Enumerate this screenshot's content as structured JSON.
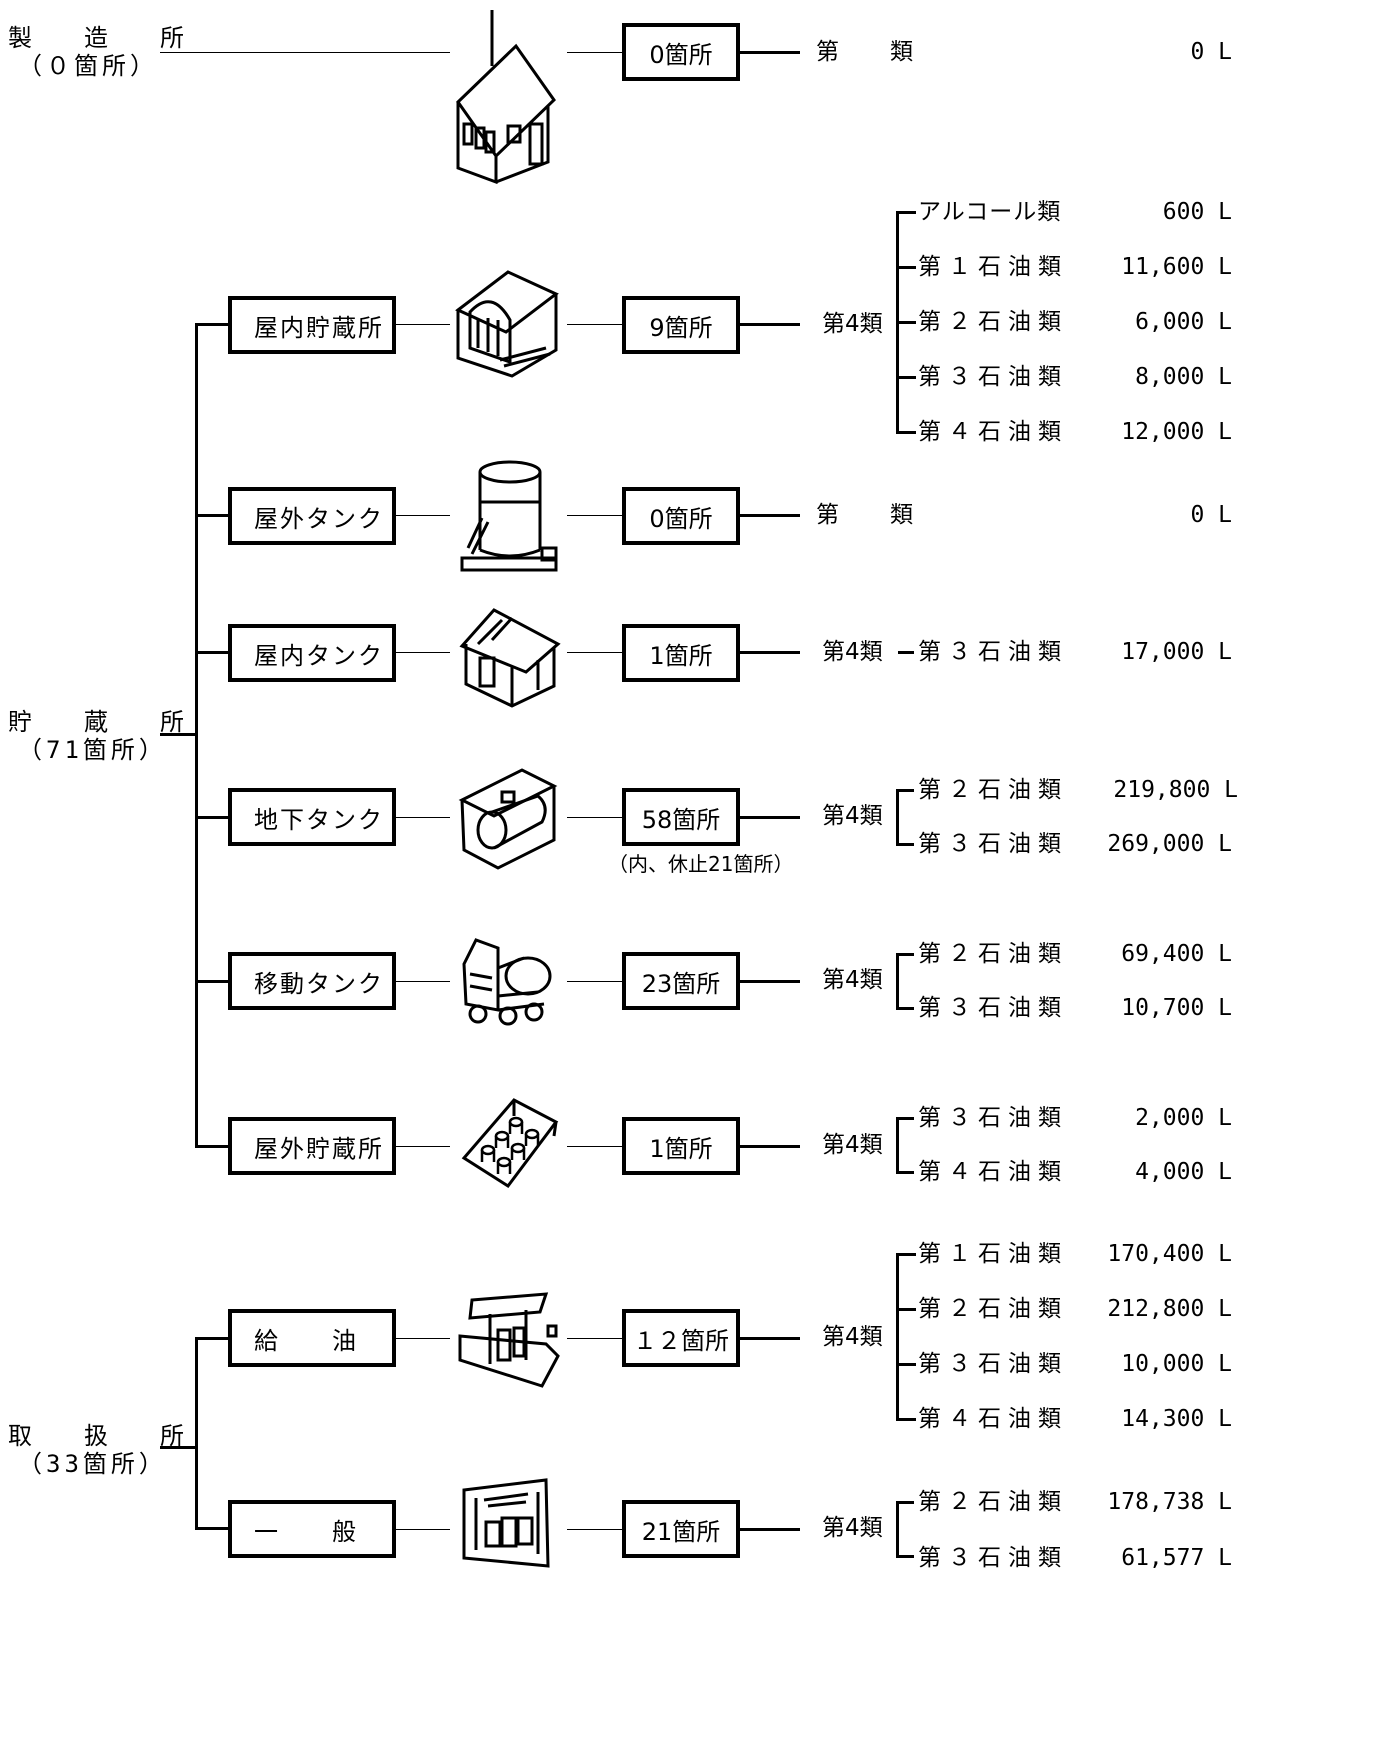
{
  "groups": [
    {
      "name": "製　造　所",
      "count": "（０箇所）"
    },
    {
      "name": "貯　蔵　所",
      "count": "（71箇所）"
    },
    {
      "name": "取　扱　所",
      "count": "（33箇所）"
    }
  ],
  "facilities": [
    {
      "label": "",
      "icon": "house-icon",
      "count": "0箇所",
      "category": "第　類",
      "items": [
        {
          "oil": "",
          "volume": "0 L"
        }
      ]
    },
    {
      "label": "屋内貯蔵所",
      "icon": "warehouse-icon",
      "count": "9箇所",
      "category": "第4類",
      "items": [
        {
          "oil": "アルコール類",
          "volume": "600 L"
        },
        {
          "oil": "第１石油類",
          "volume": "11,600 L"
        },
        {
          "oil": "第２石油類",
          "volume": "6,000 L"
        },
        {
          "oil": "第３石油類",
          "volume": "8,000 L"
        },
        {
          "oil": "第４石油類",
          "volume": "12,000 L"
        }
      ]
    },
    {
      "label": "屋外タンク",
      "icon": "outdoor-tank-icon",
      "count": "0箇所",
      "category": "第　類",
      "items": [
        {
          "oil": "",
          "volume": "0 L"
        }
      ]
    },
    {
      "label": "屋内タンク",
      "icon": "indoor-tank-icon",
      "count": "1箇所",
      "category": "第4類",
      "items": [
        {
          "oil": "第３石油類",
          "volume": "17,000 L"
        }
      ]
    },
    {
      "label": "地下タンク",
      "icon": "underground-tank-icon",
      "count": "58箇所",
      "category": "第4類",
      "note": "（内、休止21箇所）",
      "items": [
        {
          "oil": "第２石油類",
          "volume": "219,800 L"
        },
        {
          "oil": "第３石油類",
          "volume": "269,000 L"
        }
      ]
    },
    {
      "label": "移動タンク",
      "icon": "tank-truck-icon",
      "count": "23箇所",
      "category": "第4類",
      "items": [
        {
          "oil": "第２石油類",
          "volume": "69,400 L"
        },
        {
          "oil": "第３石油類",
          "volume": "10,700 L"
        }
      ]
    },
    {
      "label": "屋外貯蔵所",
      "icon": "drum-yard-icon",
      "count": "1箇所",
      "category": "第4類",
      "items": [
        {
          "oil": "第３石油類",
          "volume": "2,000 L"
        },
        {
          "oil": "第４石油類",
          "volume": "4,000 L"
        }
      ]
    },
    {
      "label": "給　　油",
      "icon": "gas-station-icon",
      "count": "１２箇所",
      "category": "第4類",
      "items": [
        {
          "oil": "第１石油類",
          "volume": "170,400 L"
        },
        {
          "oil": "第２石油類",
          "volume": "212,800 L"
        },
        {
          "oil": "第３石油類",
          "volume": "10,000 L"
        },
        {
          "oil": "第４石油類",
          "volume": "14,300 L"
        }
      ]
    },
    {
      "label": "一　　般",
      "icon": "general-handling-icon",
      "count": "21箇所",
      "category": "第4類",
      "items": [
        {
          "oil": "第２石油類",
          "volume": "178,738 L"
        },
        {
          "oil": "第３石油類",
          "volume": "61,577 L"
        }
      ]
    }
  ]
}
